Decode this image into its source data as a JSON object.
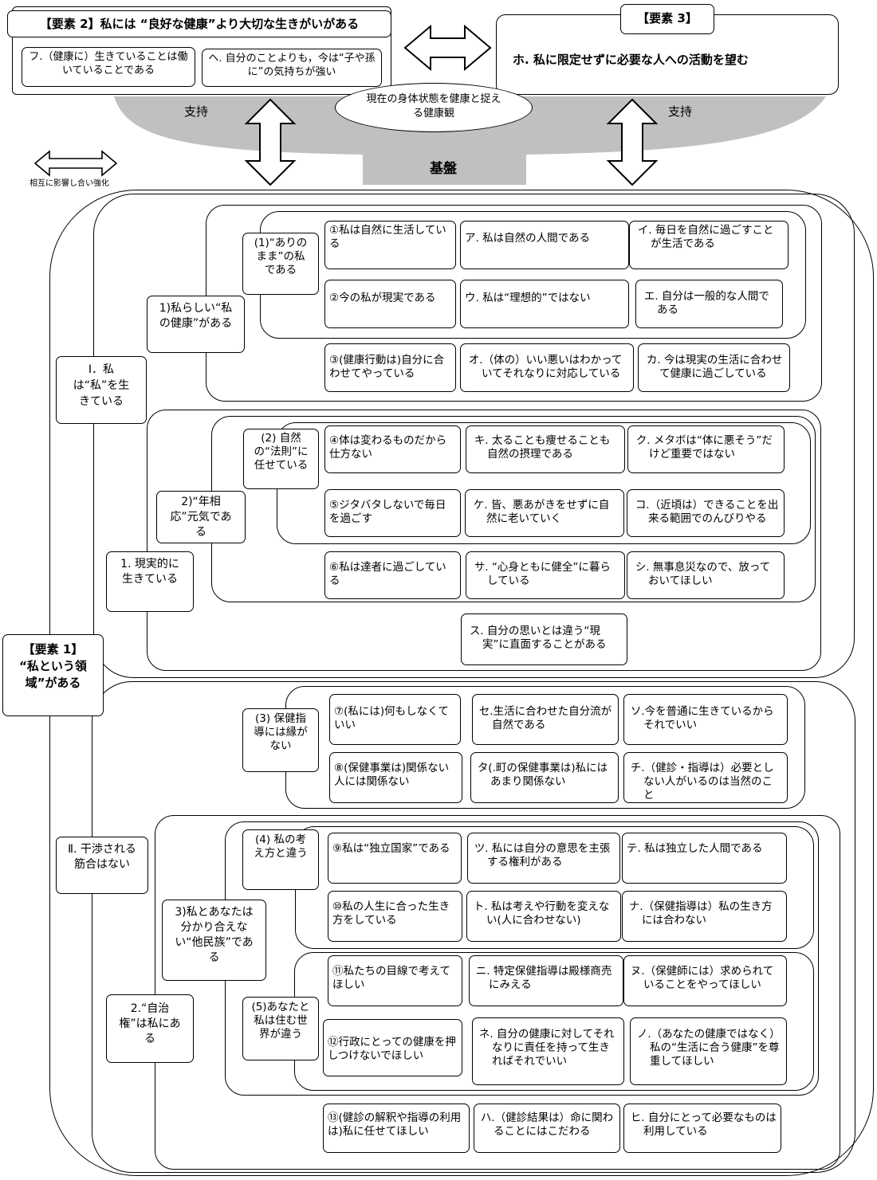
{
  "element2": {
    "title": "【要素 2】私には “良好な健康”より大切な生きがいがある",
    "items": [
      "フ.（健康に）生きていることは働いていることである",
      "ヘ. 自分のことよりも，今は“子や孫に”の気持ちが強い"
    ]
  },
  "element3": {
    "title": "【要素 3】",
    "item": "ホ. 私に限定せずに必要な人への活動を望む"
  },
  "center": {
    "health_view": "現在の身体状態を健康と捉える健康観",
    "support_left": "支持",
    "support_right": "支持",
    "foundation": "基盤"
  },
  "legend": {
    "label": "相互に影響し合い強化"
  },
  "element1": {
    "title": "【要素 1】",
    "subtitle": "“私という領域”がある"
  },
  "groupI": {
    "label": "Ⅰ．私は“私”を生きている",
    "sub1": {
      "label": "1)私らしい“私の健康”がある",
      "cat1": {
        "label": "(1)“ありのまま”の私である",
        "rows": [
          [
            "①私は自然に生活している",
            "ア. 私は自然の人間である",
            "イ. 毎日を自然に過ごすことが生活である"
          ],
          [
            "②今の私が現実である",
            "ウ. 私は“理想的”ではない",
            "エ. 自分は一般的な人間である"
          ]
        ]
      },
      "row3": [
        "③(健康行動は)自分に合わせてやっている",
        "オ.（体の）いい悪いはわかっていてそれなりに対応している",
        "カ. 今は現実の生活に合わせて健康に過ごしている"
      ]
    },
    "sub2": {
      "label": "1. 現実的に生きている",
      "sub_label": "2)“年相応”元気である",
      "cat2": {
        "label": "(2) 自然の“法則”に任せている",
        "rows": [
          [
            "④体は変わるものだから仕方ない",
            "キ. 太ることも痩せることも自然の摂理である",
            "ク. メタボは“体に悪そう”だけど重要ではない"
          ],
          [
            "⑤ジタバタしないで毎日を過ごす",
            "ケ. 皆、悪あがきをせずに自然に老いていく",
            "コ.（近頃は）できることを出来る範囲でのんびりやる"
          ]
        ]
      },
      "row6": [
        "⑥私は達者に過ごしている",
        "サ. “心身ともに健全”に暮らしている",
        "シ. 無事息災なので、放っておいてほしい"
      ],
      "extra": "ス. 自分の思いとは違う“現実”に直面することがある"
    }
  },
  "groupII": {
    "label": "Ⅱ. 干渉される筋合はない",
    "cat3": {
      "label": "(3) 保健指導には縁がない",
      "rows": [
        [
          "⑦(私には)何もしなくていい",
          "セ.生活に合わせた自分流が自然である",
          "ソ.今を普通に生きているからそれでいい"
        ],
        [
          "⑧(保健事業は)関係ない人には関係ない",
          "タ(.町の保健事業は)私にはあまり関係ない",
          "チ.（健診・指導は）必要としない人がいるのは当然のこと"
        ]
      ]
    },
    "sub3": {
      "label": "3)私とあなたは分かり合えない“他民族”である",
      "cat4": {
        "label": "(4) 私の考え方と違う",
        "rows": [
          [
            "⑨私は“独立国家”である",
            "ツ. 私には自分の意思を主張する権利がある",
            "テ. 私は独立した人間である"
          ],
          [
            "⑩私の人生に合った生き方をしている",
            "ト. 私は考えや行動を変えない(人に合わせない)",
            "ナ.（保健指導は）私の生き方には合わない"
          ]
        ]
      },
      "cat5": {
        "label": "(5)あなたと私は住む世界が違う",
        "rows": [
          [
            "⑪私たちの目線で考えてほしい",
            "ニ. 特定保健指導は殿様商売にみえる",
            "ヌ.（保健師には）求められていることをやってほしい"
          ],
          [
            "⑫行政にとっての健康を押しつけないでほしい",
            "ネ. 自分の健康に対してそれなりに責任を持って生きればそれでいい",
            "ノ.（あなたの健康ではなく）私の“生活に合う健康”を尊重してほしい"
          ]
        ]
      }
    },
    "sub4": {
      "label": "2.“自治権”は私にある"
    },
    "row13": [
      "⑬(健診の解釈や指導の利用は)私に任せてほしい",
      "ハ.（健診結果は）命に関わることにはこだわる",
      "ヒ. 自分にとって必要なものは利用している"
    ]
  }
}
